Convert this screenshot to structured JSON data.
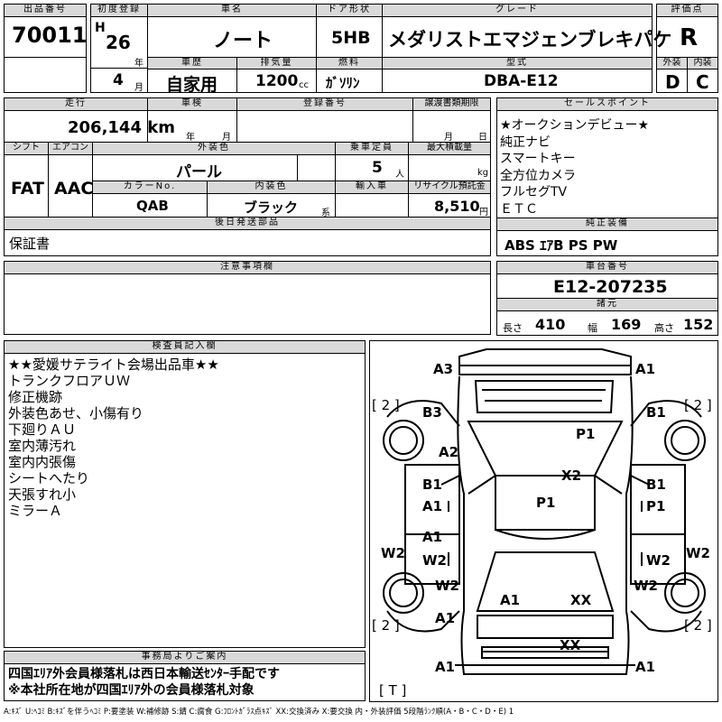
{
  "header": {
    "lot_label": "出品番号",
    "lot_value": "70011",
    "reg_label": "初度登録",
    "reg_era": "H",
    "reg_year": "26",
    "reg_year_unit": "年",
    "reg_month": "4",
    "reg_month_unit": "月",
    "name_label": "車名",
    "name_value": "ノート",
    "door_label": "ドア形状",
    "door_value": "5HB",
    "grade_label": "グレード",
    "grade_value": "メダリストエマジェンブレキパケ",
    "score_label": "評価点",
    "score_value": "R",
    "history_label": "車歴",
    "history_value": "自家用",
    "disp_label": "排気量",
    "disp_value": "1200",
    "disp_unit": "cc",
    "fuel_label": "燃料",
    "fuel_value": "ｶﾞｿﾘﾝ",
    "model_label": "型式",
    "model_value": "DBA-E12",
    "ext_label": "外装",
    "ext_value": "D",
    "int_label": "内装",
    "int_value": "C"
  },
  "row2": {
    "mileage_label": "走行",
    "mileage_value": "206,144 km",
    "inspection_label": "車検",
    "inspection_year": "年",
    "inspection_month": "月",
    "regno_label": "登録番号",
    "transfer_label": "譲渡書類期限",
    "transfer_month": "月",
    "transfer_day": "日",
    "shift_label": "シフト",
    "shift_value": "FAT",
    "ac_label": "エアコン",
    "ac_value": "AAC",
    "color_label": "外装色",
    "color_value": "パール",
    "capacity_label": "乗車定員",
    "capacity_value": "5",
    "capacity_unit": "人",
    "load_label": "最大積載量",
    "load_unit": "kg",
    "colorno_label": "カラーNo.",
    "colorno_value": "QAB",
    "intcolor_label": "内装色",
    "intcolor_value": "ブラック",
    "intcolor_unit": "系",
    "import_label": "輸入車",
    "recycle_label": "リサイクル預託金",
    "recycle_value": "8,510",
    "recycle_unit": "円",
    "later_label": "後日発送部品",
    "later_value": "保証書"
  },
  "sales": {
    "label": "セールスポイント",
    "points": [
      "★オークションデビュー★",
      "純正ナビ",
      "スマートキー",
      "全方位カメラ",
      "フルセグTV",
      "ＥＴＣ"
    ],
    "equip_label": "純正装備",
    "equip_value": "ABS ｴｱB PS PW"
  },
  "notes": {
    "label": "注意事項欄"
  },
  "chassis": {
    "label": "車台番号",
    "value": "E12-207235",
    "dims_label": "諸元",
    "length_label": "長さ",
    "length_value": "410",
    "width_label": "幅",
    "width_value": "169",
    "height_label": "高さ",
    "height_value": "152"
  },
  "inspector": {
    "label": "検査員記入欄",
    "lines": [
      "★★愛媛サテライト会場出品車★★",
      "トランクフロアＵＷ",
      "修正機跡",
      "外装色あせ、小傷有り",
      "下廻りＡＵ",
      "室内薄汚れ",
      "室内内張傷",
      "シートへたり",
      "天張すれ小",
      "ミラーＡ"
    ]
  },
  "office": {
    "label": "事務局よりご案内",
    "lines": [
      "四国ｴﾘｱ外会員様落札は西日本輸送ｾﾝﾀｰ手配です",
      "※本社所在地が四国ｴﾘｱ外の会員様落札対象"
    ]
  },
  "legend": "A:ｷｽﾞ U:ﾍｺﾐ B:ｷｽﾞを伴うﾍｺﾐ P:要塗装 W:補修跡 S:錆 C:腐食 G:ﾌﾛﾝﾄｶﾞﾗｽ点ｷｽﾞ XX:交換済み X:要交換 内・外装評価 5段階ﾗﾝｸ順(A・B・C・D・E) 1",
  "diagram": {
    "bracket": "[ 2 ]",
    "bracket_t": "[ T ]",
    "labels": [
      "A3",
      "A1",
      "B3",
      "B1",
      "P1",
      "A2",
      "X2",
      "B1",
      "A1",
      "P1",
      "B1",
      "P1",
      "A1",
      "W2",
      "W2",
      "W2",
      "W2",
      "W2",
      "W2",
      "A1",
      "XX",
      "A1",
      "XX",
      "A1",
      "A1"
    ]
  },
  "colors": {
    "header_bg": "#d9d9d9"
  }
}
